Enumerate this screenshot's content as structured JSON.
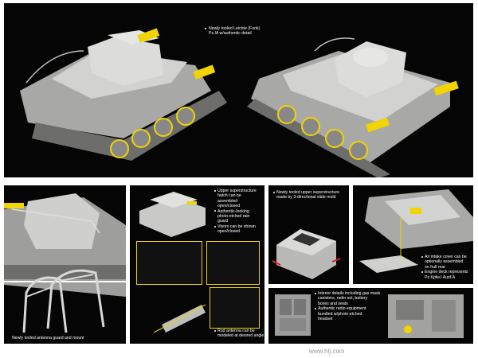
{
  "top_caption": {
    "line1": "Newly tooled Leichte (Funk)",
    "line2": "Pz.IA w/authentic detail"
  },
  "left_panel": {
    "caption": "Newly tooled antenna guard and mount"
  },
  "center_panel": {
    "bullets": [
      "Upper superstructure",
      "hatch can be",
      "assembled",
      "open/closed",
      "Authentic-looking",
      "photo-etched rain",
      "guard",
      "Visors can be shown",
      "open/closed"
    ],
    "antenna_caption": [
      "Rod antenna can be",
      "modeled at desired angle"
    ]
  },
  "mold_panel": {
    "caption": [
      "Newly tooled upper superstructure",
      "made by 3-directional slide mold"
    ]
  },
  "right_panel": {
    "caption": [
      "Air intake cover can be",
      "optionally assembled",
      "on hull rear",
      "Engine deck represents",
      "Pz.Kpfw.I Ausf.A"
    ]
  },
  "interior_panel": {
    "caption": [
      "Interior details including gas mask",
      "canisters, radio set, battery",
      "boxes and seats",
      "Authentic radio equipment",
      "bundled w/photo-etched",
      "headset"
    ]
  },
  "watermark": "www.hlj.com",
  "colors": {
    "background": "#050505",
    "accent": "#f1d400",
    "model_grey": "#c9c9c7"
  }
}
